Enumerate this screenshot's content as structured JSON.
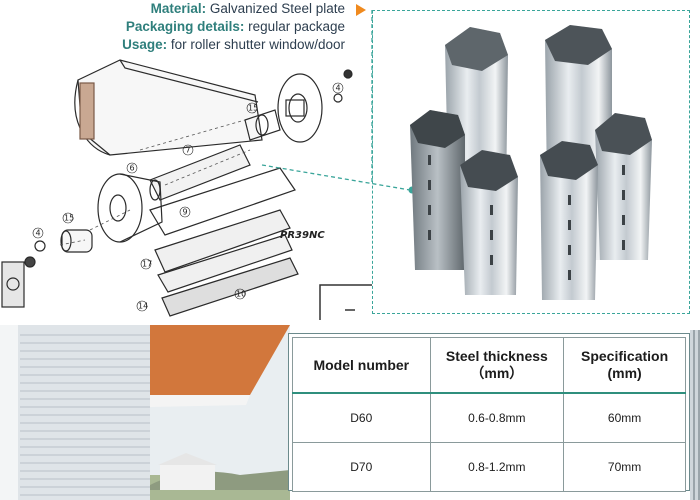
{
  "specs": [
    {
      "key": "Material",
      "value": "Galvanized Steel plate"
    },
    {
      "key": "Packaging details",
      "value": "regular package"
    },
    {
      "key": "Usage",
      "value": "for roller shutter window/door"
    }
  ],
  "diagram": {
    "part_label": "PR39NC",
    "callouts": [
      "4",
      "15",
      "7",
      "6",
      "9",
      "4",
      "15",
      "17",
      "14",
      "10"
    ]
  },
  "table": {
    "headers": [
      "Model number",
      "Steel thickness\n（mm）",
      "Specification\n(mm)"
    ],
    "rows": [
      [
        "D60",
        "0.6-0.8mm",
        "60mm"
      ],
      [
        "D70",
        "0.8-1.2mm",
        "70mm"
      ]
    ]
  },
  "colors": {
    "accent_teal": "#2f7f7c",
    "dash_teal": "#3aa59a",
    "arrow_orange": "#f08a1e",
    "roof_orange": "#d2773c"
  }
}
